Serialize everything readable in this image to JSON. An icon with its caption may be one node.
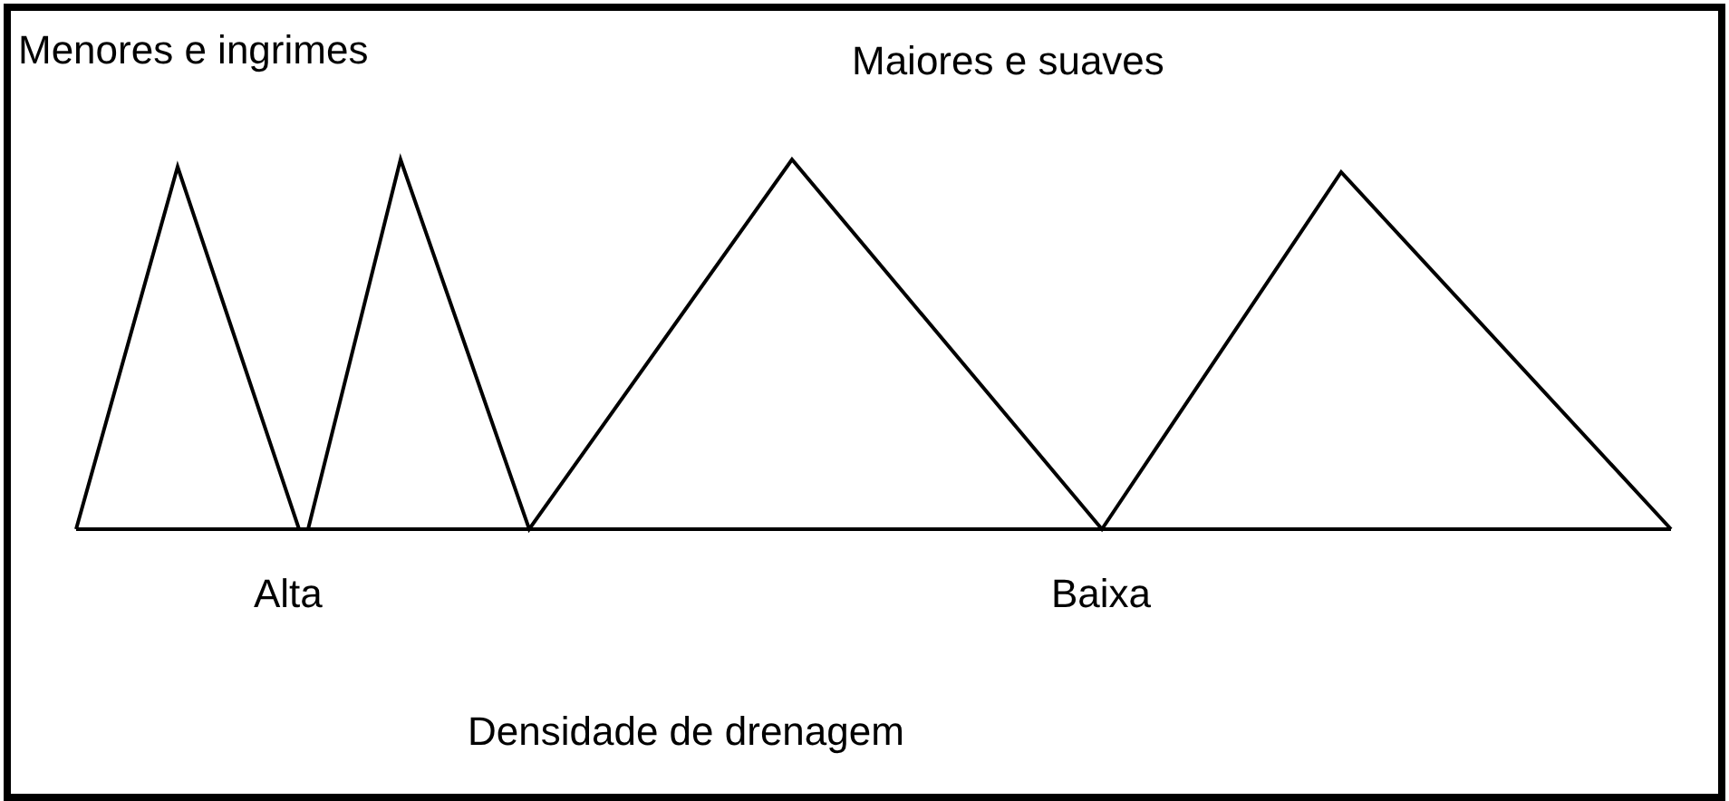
{
  "diagram": {
    "labels": [
      "Menores e ingrimes",
      "Maiores e suaves",
      "Alta",
      "Baixa",
      "Densidade de drenagem"
    ]
  }
}
